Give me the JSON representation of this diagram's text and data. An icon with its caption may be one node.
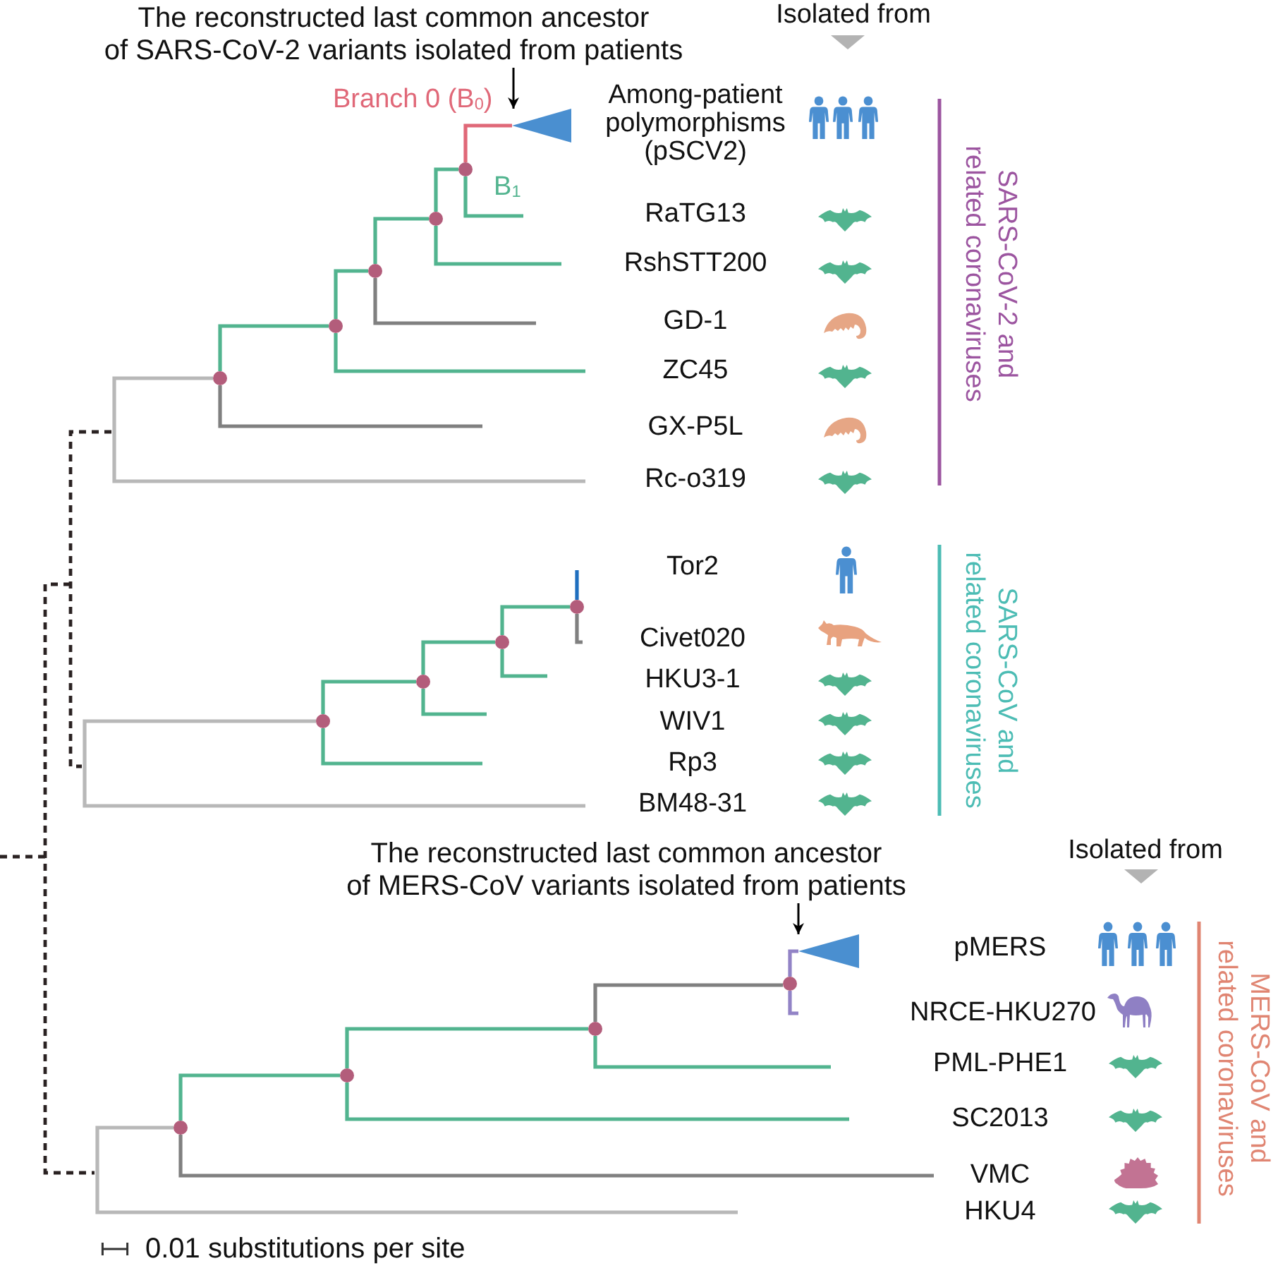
{
  "diagram": {
    "nodes": [
      {
        "text": [
          "The reconstructed last common ancestor of SARS-CoV-2 variants isolated from patients"
        ]
      },
      {
        "text": [],
        "shape": "triangle"
      },
      {
        "text": [],
        "shape": "circle"
      },
      {
        "text": [],
        "shape": "circle"
      },
      {
        "text": [],
        "shape": "circle"
      },
      {
        "text": [],
        "shape": "circle"
      },
      {
        "text": [],
        "shape": "circle"
      },
      {
        "text": [],
        "shape": "circle"
      },
      {
        "text": [],
        "shape": "circle"
      },
      {
        "text": [],
        "shape": "circle"
      },
      {
        "text": [],
        "shape": "circle"
      },
      {
        "text": [
          "The reconstructed last common ancestor of MERS-CoV variants isolated from patients"
        ]
      },
      {
        "text": [],
        "shape": "triangle"
      },
      {
        "text": [],
        "shape": "circle"
      },
      {
        "text": [],
        "shape": "circle"
      },
      {
        "text": [],
        "shape": "circle"
      },
      {
        "text": [],
        "shape": "circle"
      }
    ],
    "edges": [
      {
        "from": 0,
        "to": 1,
        "arrow": "to",
        "color": "#000000"
      },
      {
        "from": 2,
        "to": 1,
        "arrow": "none",
        "label": "Branch 0 (B$_{0}$)",
        "color": "#e06878"
      },
      {
        "from": 2,
        "to": null,
        "arrow": "none",
        "label": "B$_{1}$"
      },
      {
        "from": 3,
        "to": 2,
        "arrow": "none"
      },
      {
        "from": 3,
        "to": null,
        "arrow": "none"
      },
      {
        "from": 4,
        "to": 3,
        "arrow": "none"
      },
      {
        "from": 4,
        "to": null,
        "arrow": "none",
        "color": "#808080"
      },
      {
        "from": 5,
        "to": 4,
        "arrow": "none"
      },
      {
        "from": 5,
        "to": null,
        "arrow": "none"
      },
      {
        "from": 6,
        "to": 5,
        "arrow": "none"
      },
      {
        "from": 6,
        "to": null,
        "arrow": "none",
        "color": "#808080"
      },
      {
        "from": null,
        "to": 6,
        "arrow": "none",
        "color": "#b8b8b8"
      },
      {
        "from": 7,
        "to": null,
        "arrow": "none",
        "color": "#1f6fbf"
      },
      {
        "from": 7,
        "to": null,
        "arrow": "none",
        "color": "#808080"
      },
      {
        "from": 8,
        "to": 7,
        "arrow": "none"
      },
      {
        "from": 8,
        "to": null,
        "arrow": "none"
      },
      {
        "from": 9,
        "to": 8,
        "arrow": "none"
      },
      {
        "from": 9,
        "to": null,
        "arrow": "none"
      },
      {
        "from": 10,
        "to": 9,
        "arrow": "none"
      },
      {
        "from": 10,
        "to": null,
        "arrow": "none"
      },
      {
        "from": null,
        "to": 10,
        "arrow": "none",
        "color": "#b8b8b8"
      },
      {
        "from": 11,
        "to": 12,
        "arrow": "to",
        "color": "#000000"
      },
      {
        "from": 13,
        "to": 12,
        "arrow": "none",
        "color": "#9283c6"
      },
      {
        "from": 13,
        "to": null,
        "arrow": "none",
        "color": "#9283c6"
      },
      {
        "from": 14,
        "to": 13,
        "arrow": "none",
        "color": "#808080"
      },
      {
        "from": 14,
        "to": null,
        "arrow": "none"
      },
      {
        "from": 15,
        "to": 14,
        "arrow": "none"
      },
      {
        "from": 15,
        "to": null,
        "arrow": "none"
      },
      {
        "from": 16,
        "to": 15,
        "arrow": "none"
      },
      {
        "from": 16,
        "to": null,
        "arrow": "none",
        "color": "#808080"
      },
      {
        "from": null,
        "to": 16,
        "arrow": "none",
        "color": "#b8b8b8"
      }
    ],
    "labels": [
      "Isolated from",
      "Among-patient polymorphisms (pSCV2)",
      "RaTG13",
      "RshSTT200",
      "GD-1",
      "ZC45",
      "GX-P5L",
      "Rc-o319",
      "SARS-CoV-2 and related coronaviruses",
      "Tor2",
      "Civet020",
      "HKU3-1",
      "WIV1",
      "Rp3",
      "BM48-31",
      "SARS-CoV and related coronaviruses",
      "Isolated from",
      "pMERS",
      "NRCE-HKU270",
      "PML-PHE1",
      "SC2013",
      "VMC",
      "HKU4",
      "MERS-CoV and related coronaviruses",
      "0.01 substitutions per site"
    ]
  }
}
